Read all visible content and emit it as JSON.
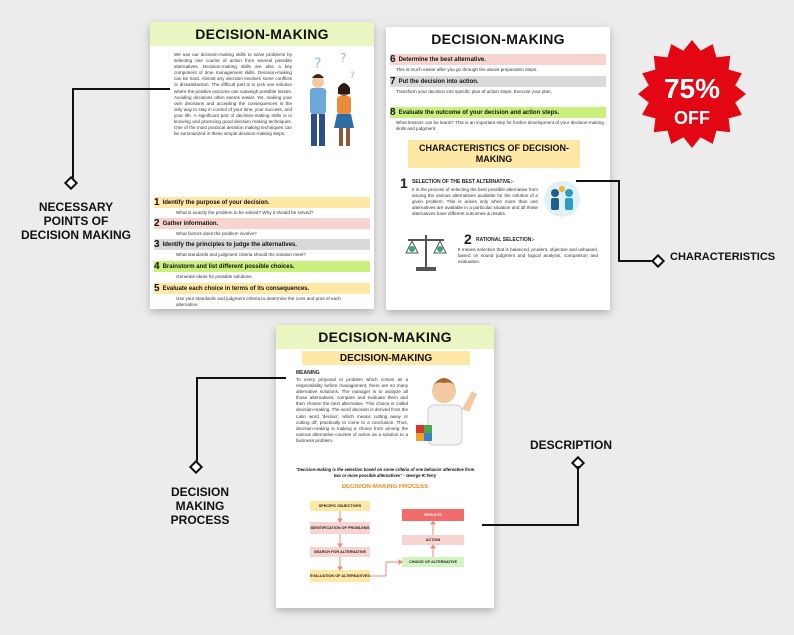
{
  "badge": {
    "percent": "75%",
    "off": "OFF",
    "color": "#e30613"
  },
  "labels": {
    "necessary": [
      "NECESSARY",
      "POINTS OF",
      "DECISION MAKING"
    ],
    "characteristics": "CHARACTERISTICS",
    "description": "DESCRIPTION",
    "process": [
      "DECISION",
      "MAKING",
      "PROCESS"
    ]
  },
  "page1": {
    "title": "DECISION-MAKING",
    "intro": "We use our decision-making skills to solve problems by selecting one course of action from several possible alternatives. Decision-making skills are also a key component of time management skills. Decision-making can be hard. Almost any decision involves some conflicts or dissatisfaction. The difficult part is to pick one solution where the positive outcome can outweigh possible losses. Avoiding decisions often seems easier. Yet, making your own decisions and accepting the consequences is the only way to stay in control of your time, your success, and your life. A significant part of decision-making skills is in knowing and practicing good decision making techniques. One of the most practical decision making techniques can be summarized in these simple decision-making steps:",
    "steps": [
      {
        "num": "1",
        "title": "Identify the purpose of your decision.",
        "text": "What is exactly the problem to be solved? Why it should be solved?"
      },
      {
        "num": "2",
        "title": "Gather information.",
        "text": "What factors does the problem involve?"
      },
      {
        "num": "3",
        "title": "Identify the principles to judge the alternatives.",
        "text": "What standards and judgment criteria should the solution meet?"
      },
      {
        "num": "4",
        "title": "Brainstorm and list different possible choices.",
        "text": "Generate ideas for possible solutions."
      },
      {
        "num": "5",
        "title": "Evaluate each choice in terms of its consequences.",
        "text": "Use your standards and judgment criteria to determine the cons and pros of each alternative."
      }
    ]
  },
  "page2": {
    "title": "DECISION-MAKING",
    "steps": [
      {
        "num": "6",
        "title": "Determine the best alternative.",
        "text": "This is much easier after you go through the above preparation steps."
      },
      {
        "num": "7",
        "title": "Put the decision into action.",
        "text": "Transform your decision into specific plan of action steps. Execute your plan."
      },
      {
        "num": "8",
        "title": "Evaluate the outcome of your decision and action steps.",
        "text": "What lessons can be learnt? This is an important step for further development of your decision-making skills and judgment."
      }
    ],
    "char_title": "CHARACTERISTICS OF DECISION-MAKING",
    "char1_num": "1",
    "char1_title": "SELECTION OF THE BEST ALTERNATIVE:-",
    "char1_text": "It is the process of selecting the best possible alternative from among the various alternatives available for the solution of a given problem. This is arises only when more than one alternatives are available in a particular situation and all those alternatives have different outcomes & results.",
    "char2_num": "2",
    "char2_title": "RATIONAL SELECTION:-",
    "char2_text": "It means selection that is balanced, prudent, objective and unbiased, based on sound judgment and logical analysis, comparison and evaluation."
  },
  "page3": {
    "title": "DECISION-MAKING",
    "subtitle": "DECISION-MAKING",
    "meaning_label": "MEANING",
    "meaning_text": "To every proposal or problem which comes as a responsibility before management, there are so many alternative solutions. The manager is to analyze all those alternatives, compare and evaluate them and then chosen the best alternative. This choice is called decision-making. The word decision is derived from the Latin word 'decisio', which means cutting away or cutting off, practically to come to a conclusion. Thus, decision-making is making a choice from among the various alternative courses of action as a solution to a business problem.",
    "quote": "\"Decision-making is the selection based on some criteria of one behavior alternative from two or more possible alternatives\" - George R.Terry",
    "process_title": "DECISION-MAKING PROCESS",
    "flow": [
      "SPECIFIC OBJECTIVES",
      "IDENTIFICATION OF PROBLEMS",
      "SEARCH FOR ALTERNATIVE",
      "EVALUATION OF ALTERNATIVES",
      "CHOICE OF ALTERNATIVE",
      "ACTION",
      "RESULTS"
    ]
  }
}
